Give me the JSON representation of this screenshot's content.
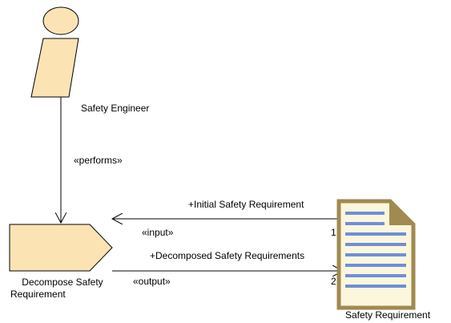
{
  "diagram": {
    "actor": {
      "label": "Safety Engineer",
      "fill": "#fbe3b4",
      "stroke": "#000000"
    },
    "task": {
      "label_line1": "Decompose Safety",
      "label_line2": "Requirement",
      "fill": "#fbe3b4"
    },
    "artifact": {
      "label": "Safety Requirement",
      "icon": "document-icon",
      "fill": "#fcf6dc",
      "border_color": "#a08a50",
      "line_color": "#6e8fd8"
    },
    "connectors": {
      "performs": {
        "stereotype": "«performs»"
      },
      "input": {
        "role": "+Initial Safety Requirement",
        "stereotype": "«input»",
        "multiplicity": "1"
      },
      "output": {
        "role": "+Decomposed Safety Requirements",
        "stereotype": "«output»",
        "multiplicity": "2"
      }
    }
  }
}
